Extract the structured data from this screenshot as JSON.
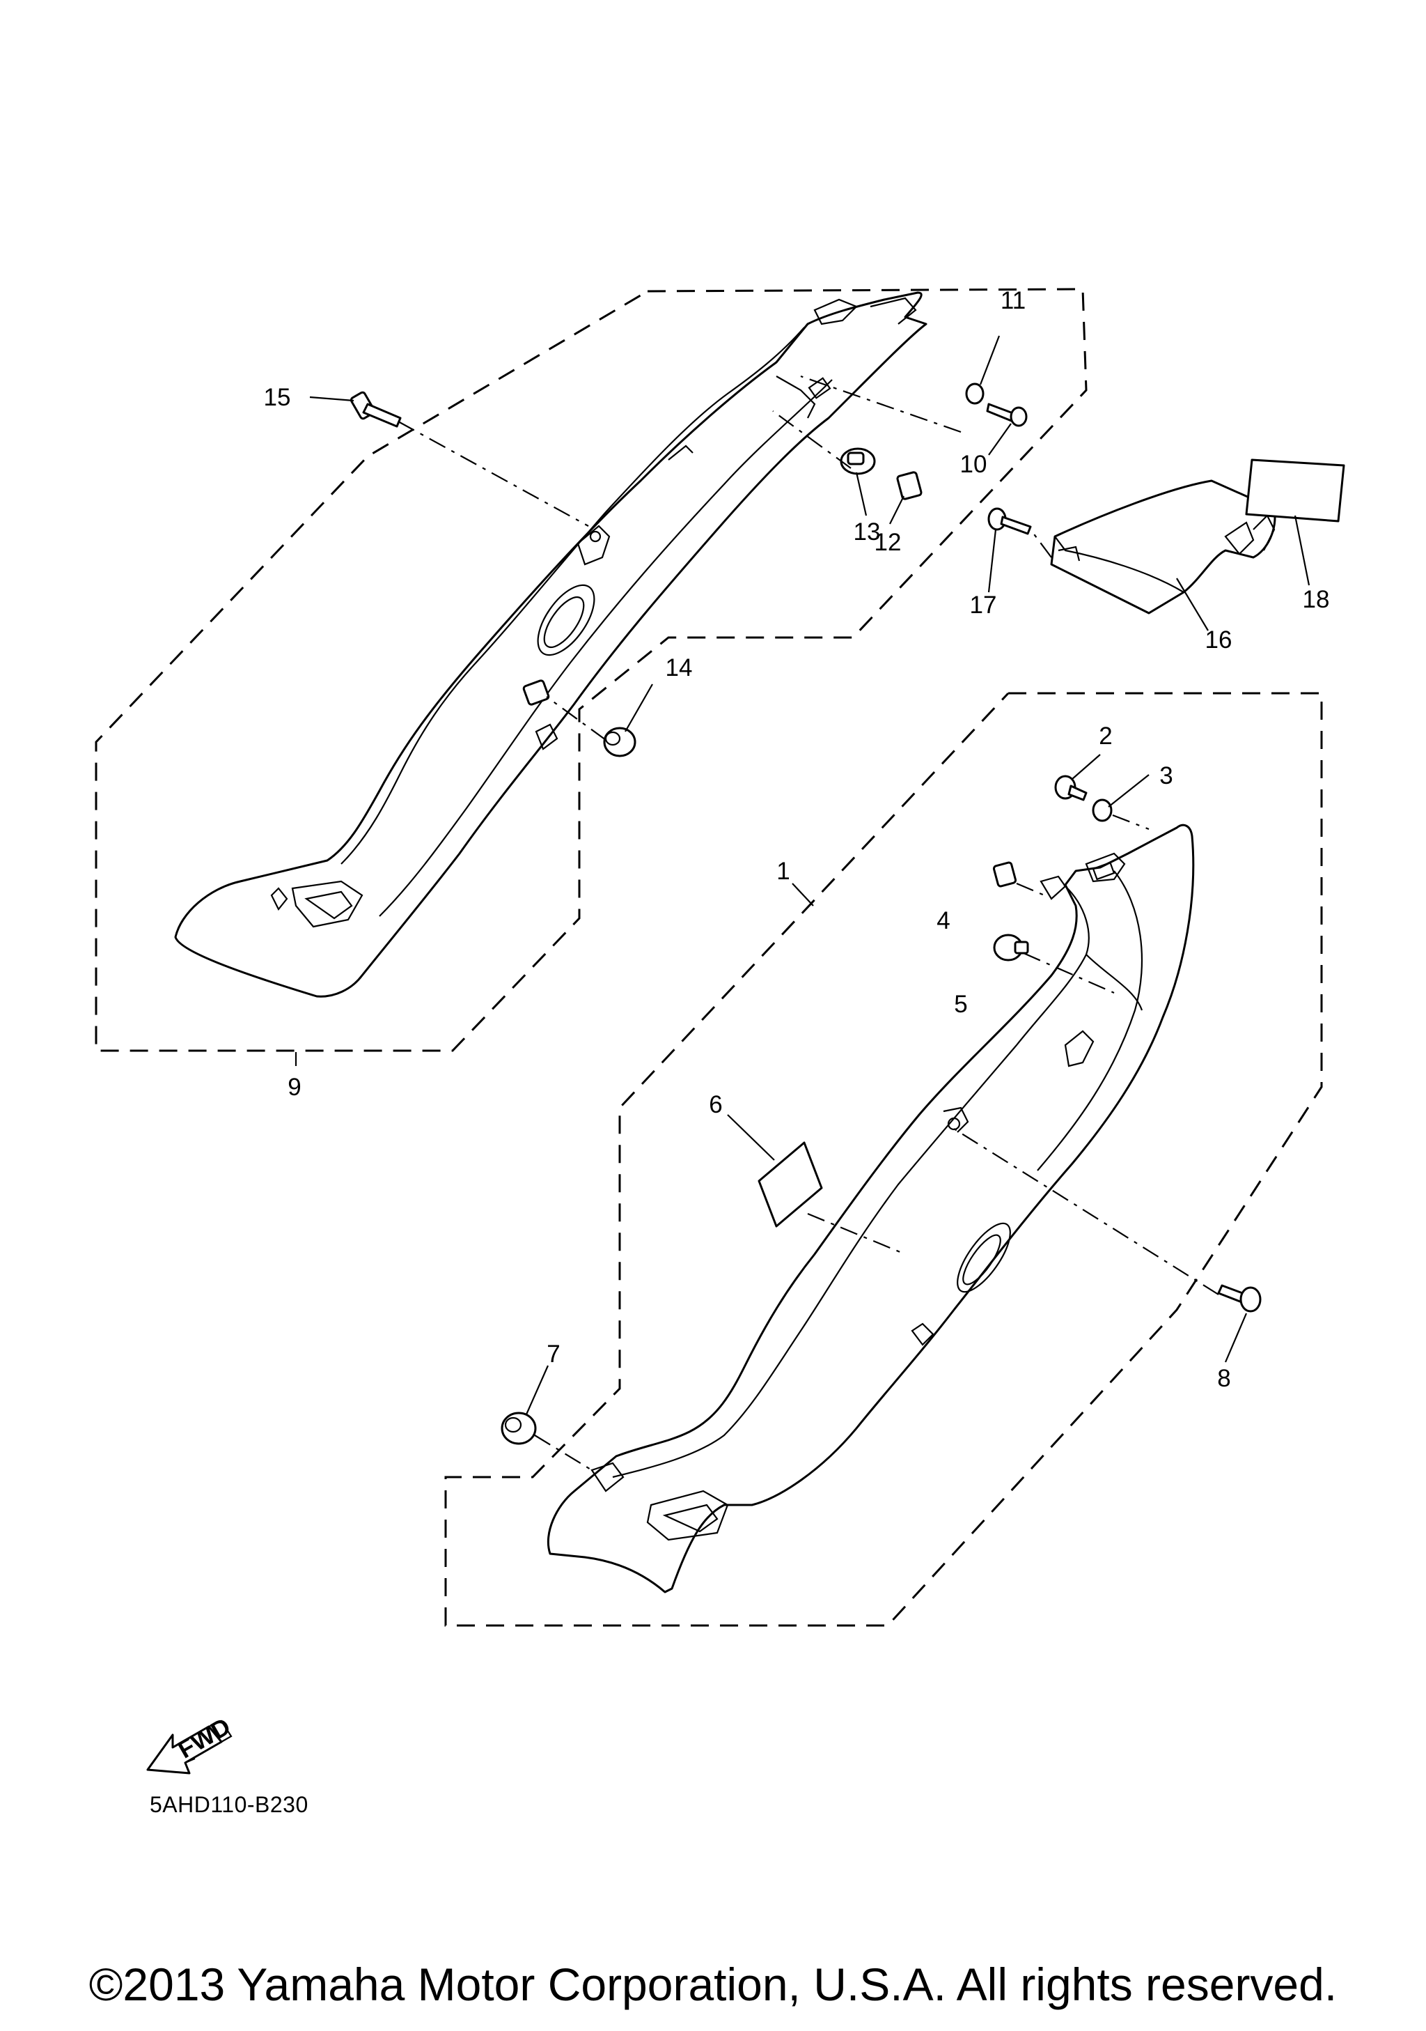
{
  "callouts": {
    "c1": "1",
    "c2": "2",
    "c3": "3",
    "c4": "4",
    "c5": "5",
    "c6": "6",
    "c7": "7",
    "c8": "8",
    "c9": "9",
    "c10": "10",
    "c11": "11",
    "c12": "12",
    "c13": "13",
    "c14": "14",
    "c15": "15",
    "c16": "16",
    "c17": "17",
    "c18": "18"
  },
  "fwd_label": "FWD",
  "diagram_code": "5AHD110-B230",
  "copyright": "©2013 Yamaha Motor Corporation, U.S.A. All rights reserved."
}
